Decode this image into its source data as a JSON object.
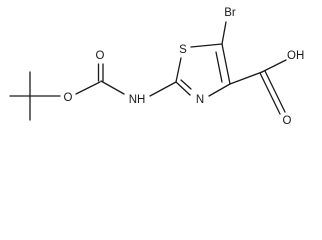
{
  "molecule": {
    "atoms": {
      "bromine": "Br",
      "sulfur": "S",
      "ring_nitrogen": "N",
      "amide_nitrogen_h": "NH",
      "ester_oxygen": "O",
      "carbonyl_oxygen_boc": "O",
      "carbonyl_oxygen_acid": "O",
      "hydroxyl": "OH"
    }
  }
}
